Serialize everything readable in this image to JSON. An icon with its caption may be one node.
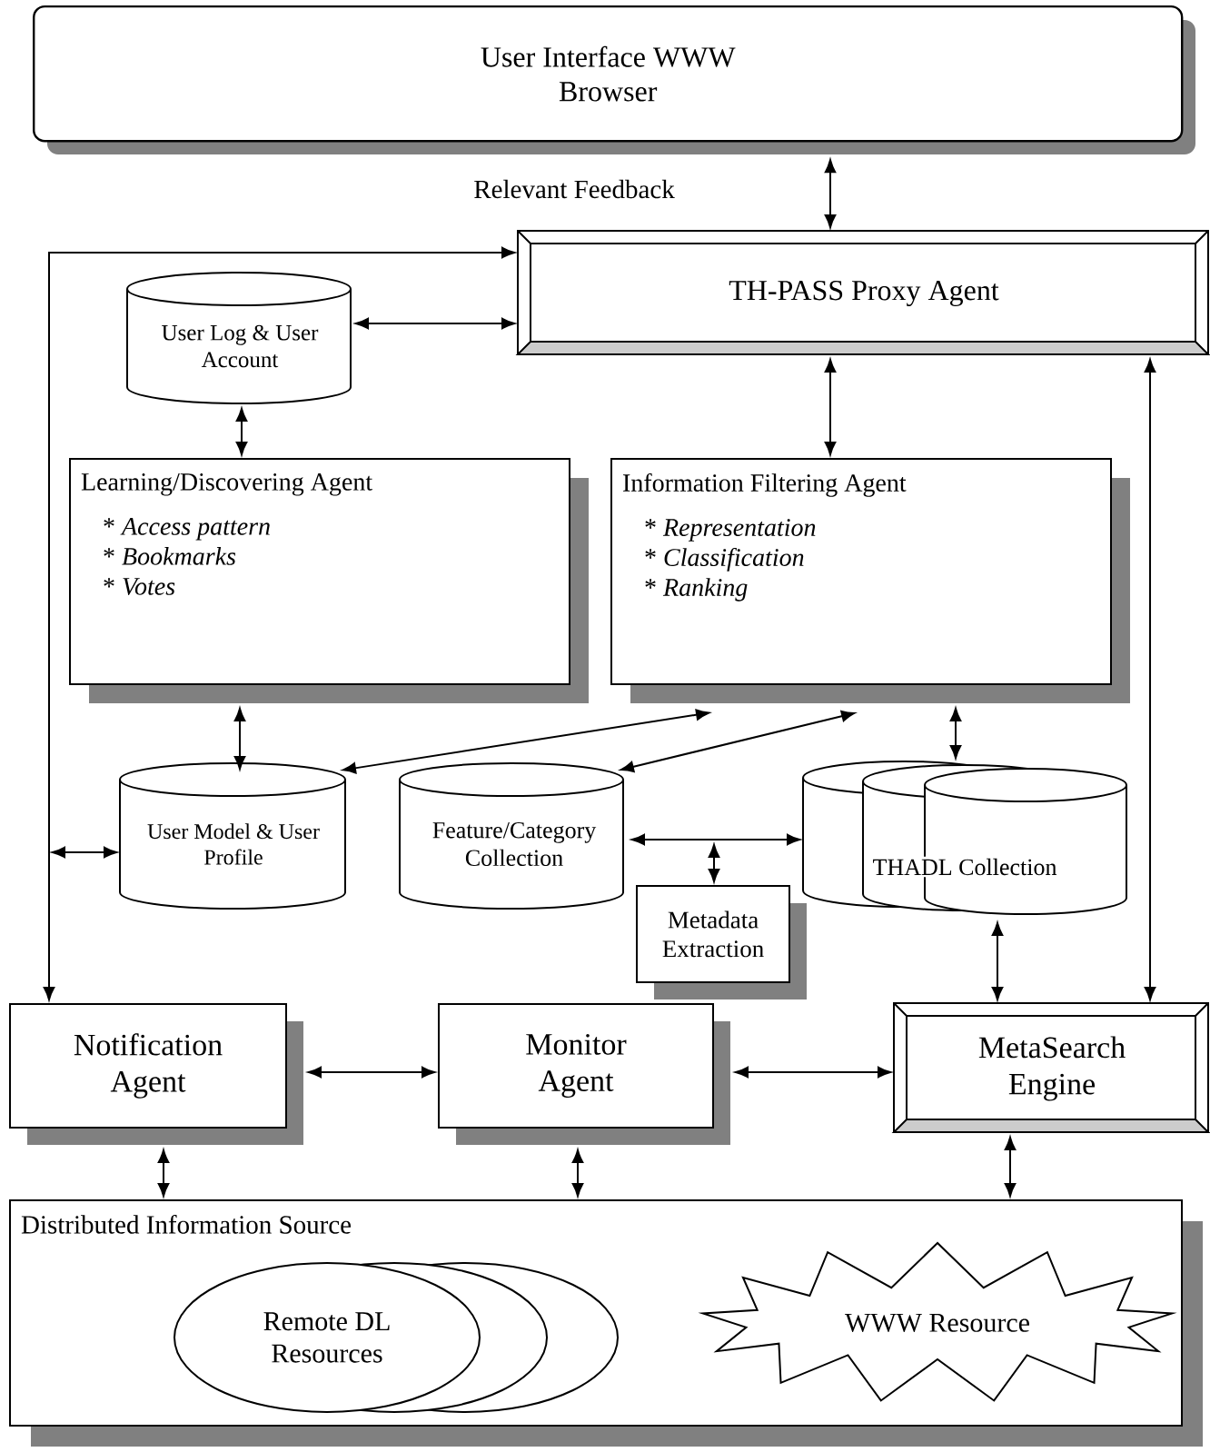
{
  "diagram": {
    "nodes": [
      {
        "text": [
          "User Interface WWW Browser"
        ]
      },
      {
        "text": [
          "TH-PASS Proxy Agent"
        ]
      },
      {
        "text": [
          "User Log & User Account"
        ]
      },
      {
        "text": [
          "Learning/Discovering Agent",
          "* *Access pattern*",
          "* *Bookmarks*",
          "* *Votes*"
        ]
      },
      {
        "text": [
          "Information Filtering Agent",
          "* *Representation*",
          "* *Classification*",
          "* *Ranking*"
        ]
      },
      {
        "text": [
          "User Model & User Profile"
        ]
      },
      {
        "text": [
          "Feature/Category Collection"
        ]
      },
      {
        "text": [
          "THADL Collection"
        ]
      },
      {
        "text": [
          "Metadata Extraction"
        ]
      },
      {
        "text": [
          "Notification Agent"
        ]
      },
      {
        "text": [
          "Monitor Agent"
        ]
      },
      {
        "text": [
          "MetaSearch Engine"
        ]
      },
      {
        "text": [
          "Distributed Information Source"
        ]
      },
      {
        "text": [
          "Remote DL Resources"
        ],
        "in": 12
      },
      {
        "text": [
          "WWW Resource"
        ],
        "in": 12
      }
    ],
    "edges": [
      {
        "from": 0,
        "to": 1,
        "arrow": "both"
      },
      {
        "from": 2,
        "to": 1,
        "arrow": "both"
      },
      {
        "from": 9,
        "to": 1,
        "arrow": "both"
      },
      {
        "from": null,
        "to": 5,
        "arrow": "both"
      },
      {
        "from": 2,
        "to": 3,
        "arrow": "both"
      },
      {
        "from": 1,
        "to": 4,
        "arrow": "both"
      },
      {
        "from": 3,
        "to": 5,
        "arrow": "both"
      },
      {
        "from": 4,
        "to": 5,
        "arrow": "both"
      },
      {
        "from": 4,
        "to": 6,
        "arrow": "both"
      },
      {
        "from": 4,
        "to": 7,
        "arrow": "both"
      },
      {
        "from": 6,
        "to": 7,
        "arrow": "both"
      },
      {
        "from": null,
        "to": 8,
        "arrow": "both"
      },
      {
        "from": 7,
        "to": 11,
        "arrow": "both"
      },
      {
        "from": 1,
        "to": 11,
        "arrow": "both"
      },
      {
        "from": 9,
        "to": 10,
        "arrow": "both"
      },
      {
        "from": 10,
        "to": 11,
        "arrow": "both"
      },
      {
        "from": 9,
        "to": 12,
        "arrow": "both"
      },
      {
        "from": 10,
        "to": 12,
        "arrow": "both"
      },
      {
        "from": 11,
        "to": 12,
        "arrow": "both"
      }
    ],
    "labels": [
      "Relevant Feedback"
    ]
  }
}
